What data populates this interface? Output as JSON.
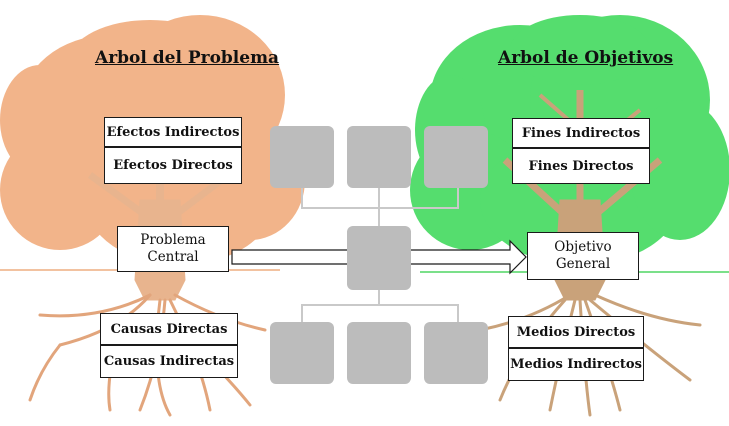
{
  "problem_tree": {
    "title": "Arbol del Problema",
    "effects_indirect": "Efectos Indirectos",
    "effects_direct": "Efectos Directos",
    "central_problem_line1": "Problema",
    "central_problem_line2": "Central",
    "causes_direct": "Causas Directas",
    "causes_indirect": "Causas Indirectas",
    "canopy_color": "#f2b48a",
    "trunk_color": "#e8b48e"
  },
  "objective_tree": {
    "title": "Arbol de Objetivos",
    "ends_indirect": "Fines Indirectos",
    "ends_direct": "Fines Directos",
    "general_objective_line1": "Objetivo",
    "general_objective_line2": "General",
    "means_direct": "Medios Directos",
    "means_indirect": "Medios Indirectos",
    "canopy_color": "#55dd6e",
    "trunk_color": "#c9a27a"
  },
  "center_structure": {
    "box_color": "#bcbcbc",
    "connector_color": "#c9c9c9"
  },
  "ground_line_left_color": "#f2c2a0",
  "ground_line_right_color": "#7be08a"
}
